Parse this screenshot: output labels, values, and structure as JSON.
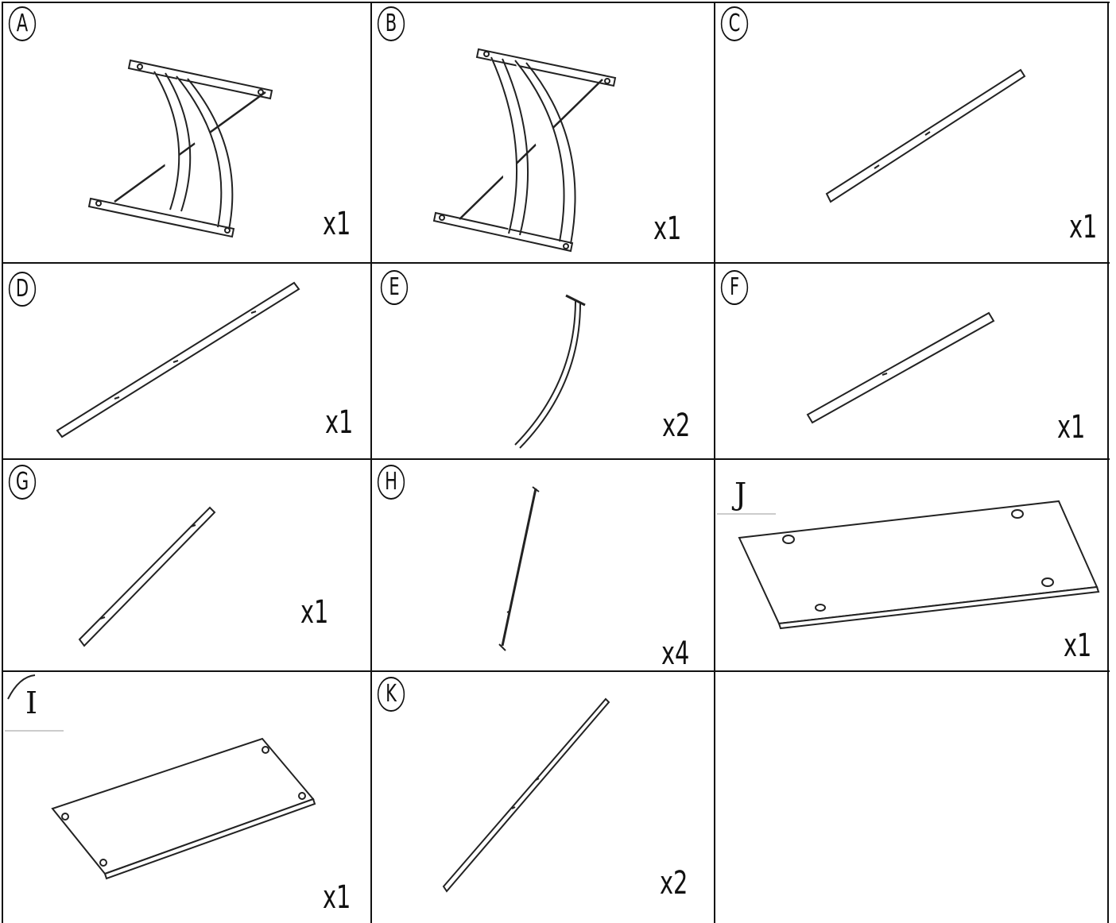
{
  "parts": [
    {
      "id": "A",
      "label": "A",
      "qty": "x1",
      "label_style": "circled"
    },
    {
      "id": "B",
      "label": "B",
      "qty": "x1",
      "label_style": "circled"
    },
    {
      "id": "C",
      "label": "C",
      "qty": "x1",
      "label_style": "circled"
    },
    {
      "id": "D",
      "label": "D",
      "qty": "x1",
      "label_style": "circled"
    },
    {
      "id": "E",
      "label": "E",
      "qty": "x2",
      "label_style": "circled"
    },
    {
      "id": "F",
      "label": "F",
      "qty": "x1",
      "label_style": "circled"
    },
    {
      "id": "G",
      "label": "G",
      "qty": "x1",
      "label_style": "circled"
    },
    {
      "id": "H",
      "label": "H",
      "qty": "x4",
      "label_style": "circled"
    },
    {
      "id": "J",
      "label": "J",
      "qty": "x1",
      "label_style": "plain"
    },
    {
      "id": "I",
      "label": "I",
      "qty": "x1",
      "label_style": "plain"
    },
    {
      "id": "K",
      "label": "K",
      "qty": "x2",
      "label_style": "circled"
    }
  ]
}
